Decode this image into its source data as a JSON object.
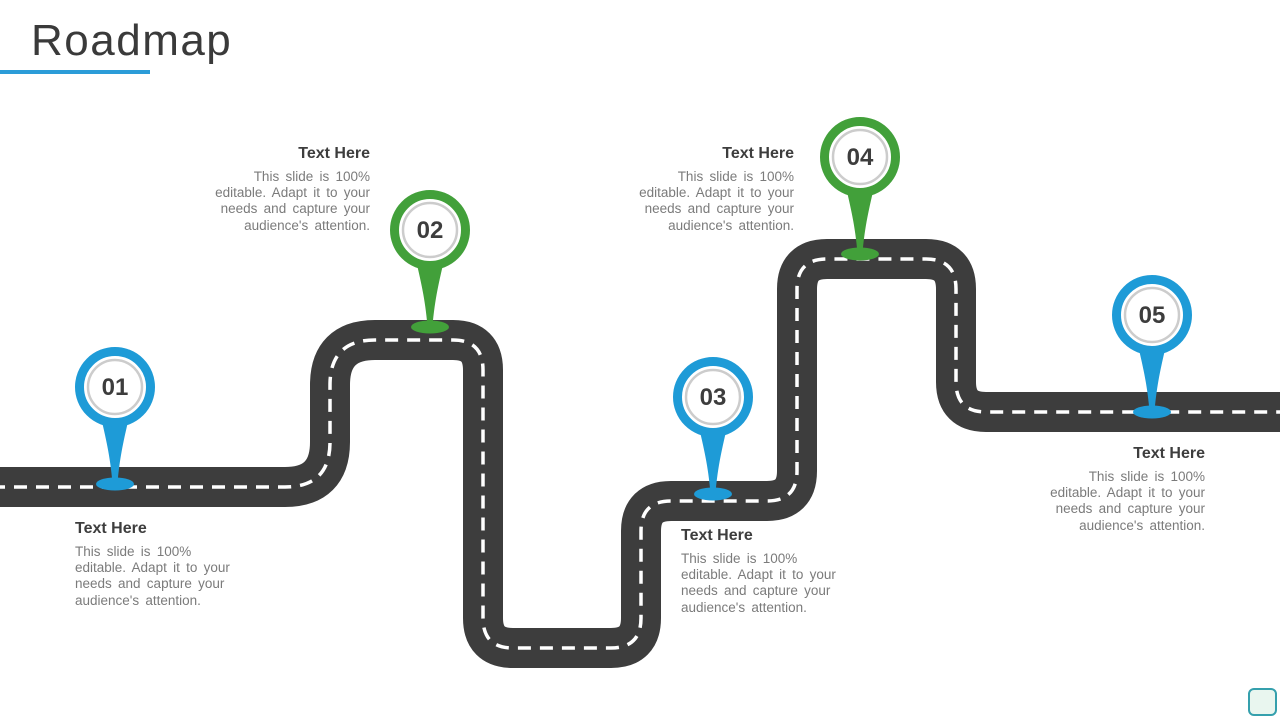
{
  "slide": {
    "title": "Roadmap",
    "title_underline_color": "#2b9cd8"
  },
  "road": {
    "color": "#3d3d3d",
    "dash_color": "#ffffff"
  },
  "milestones": [
    {
      "number": "01",
      "color": "#1e9bd7",
      "heading": "Text Here",
      "body_lines": [
        "This slide is 100%",
        "editable. Adapt it to your",
        "needs and capture your",
        "audience's attention."
      ]
    },
    {
      "number": "02",
      "color": "#42a03a",
      "heading": "Text Here",
      "body_lines": [
        "This slide is 100%",
        "editable. Adapt it to your",
        "needs and capture your",
        "audience's attention."
      ]
    },
    {
      "number": "03",
      "color": "#1e9bd7",
      "heading": "Text Here",
      "body_lines": [
        "This slide is 100%",
        "editable. Adapt it to your",
        "needs and capture your",
        "audience's attention."
      ]
    },
    {
      "number": "04",
      "color": "#42a03a",
      "heading": "Text Here",
      "body_lines": [
        "This slide is 100%",
        "editable. Adapt it to your",
        "needs and capture your",
        "audience's attention."
      ]
    },
    {
      "number": "05",
      "color": "#1e9bd7",
      "heading": "Text Here",
      "body_lines": [
        "This slide is 100%",
        "editable. Adapt it to your",
        "needs and capture your",
        "audience's attention."
      ]
    }
  ],
  "corner_button": {
    "border_color": "#35a0ad",
    "fill_color": "#e9f6ef"
  }
}
